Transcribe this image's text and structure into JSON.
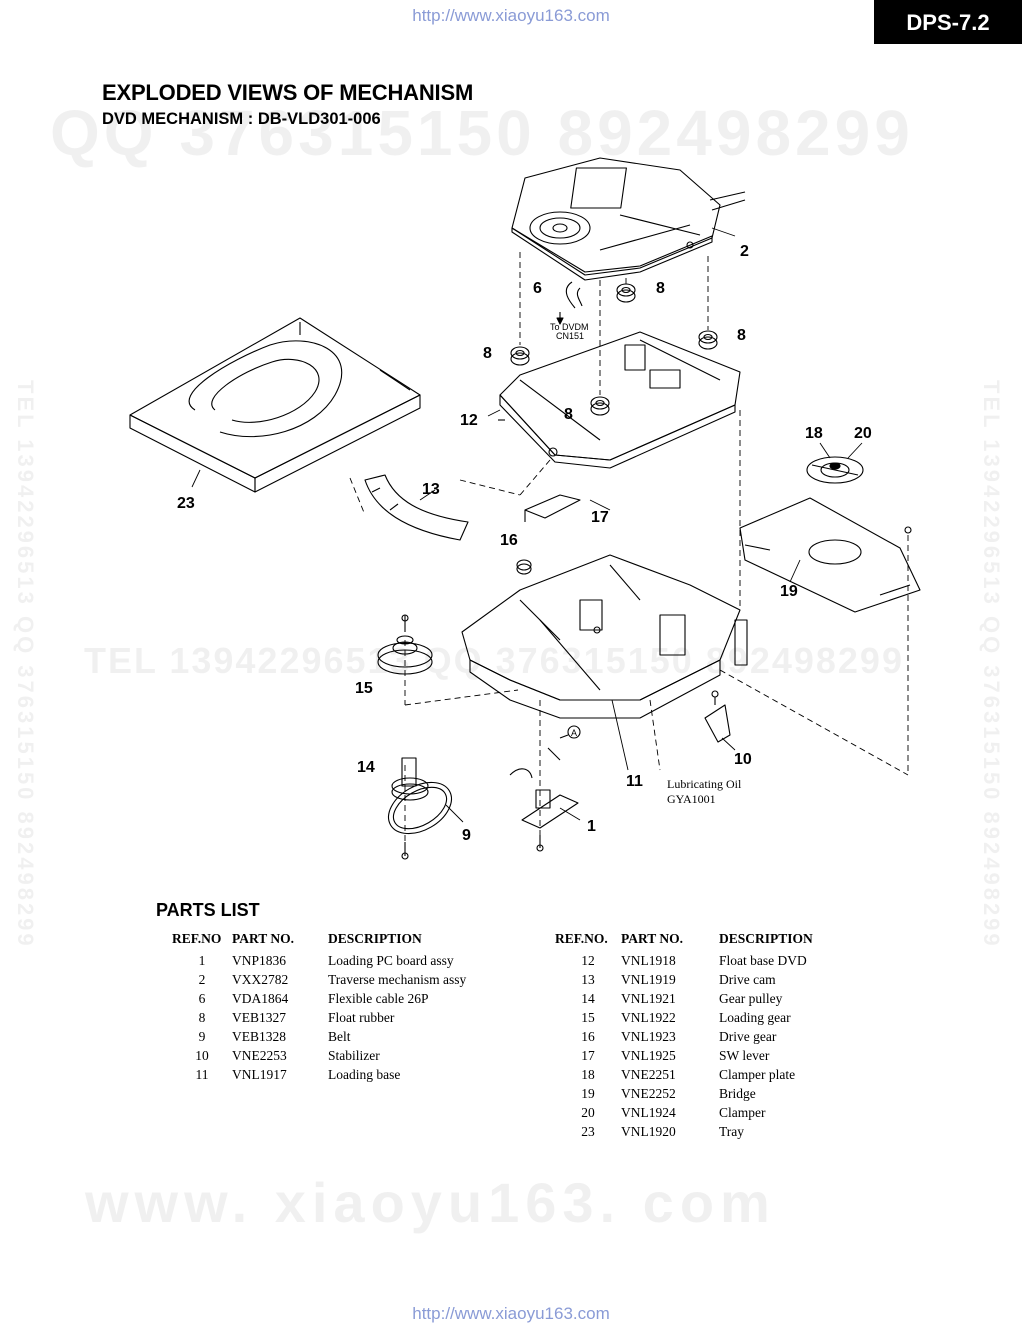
{
  "header": {
    "url_top": "http://www.xiaoyu163.com",
    "model": "DPS-7.2",
    "title": "EXPLODED VIEWS OF MECHANISM",
    "subtitle": "DVD MECHANISM : DB-VLD301-006"
  },
  "watermarks": {
    "qq": "QQ 376315150    892498299",
    "tel": "TEL 13942296513  QQ 376315150  892498299",
    "www": "www. xiaoyu163. com",
    "side": "TEL 13942296513  QQ 376315150  892498299"
  },
  "diagram": {
    "callouts": [
      "1",
      "2",
      "6",
      "8",
      "8",
      "8",
      "8",
      "9",
      "10",
      "11",
      "12",
      "13",
      "14",
      "15",
      "16",
      "17",
      "18",
      "19",
      "20",
      "23"
    ],
    "cable_note_line1": "To DVDM",
    "cable_note_line2": "CN151",
    "connector_mark": "A",
    "oil_note_line1": "Lubricating Oil",
    "oil_note_line2": "GYA1001"
  },
  "parts_list": {
    "title": "PARTS LIST",
    "headers_left": [
      "REF.NO",
      "PART NO.",
      "DESCRIPTION"
    ],
    "headers_right": [
      "REF.NO.",
      "PART NO.",
      "DESCRIPTION"
    ],
    "left": [
      [
        "1",
        "VNP1836",
        "Loading PC board  assy"
      ],
      [
        "2",
        "VXX2782",
        "Traverse mechanism assy"
      ],
      [
        "6",
        "VDA1864",
        "Flexible cable  26P"
      ],
      [
        "8",
        "VEB1327",
        "Float rubber"
      ],
      [
        "9",
        "VEB1328",
        "Belt"
      ],
      [
        "10",
        "VNE2253",
        "Stabilizer"
      ],
      [
        "11",
        "VNL1917",
        "Loading base"
      ]
    ],
    "right": [
      [
        "12",
        "VNL1918",
        "Float base DVD"
      ],
      [
        "13",
        "VNL1919",
        "Drive cam"
      ],
      [
        "14",
        "VNL1921",
        "Gear pulley"
      ],
      [
        "15",
        "VNL1922",
        "Loading gear"
      ],
      [
        "16",
        "VNL1923",
        "Drive gear"
      ],
      [
        "17",
        "VNL1925",
        "SW lever"
      ],
      [
        "18",
        "VNE2251",
        "Clamper plate"
      ],
      [
        "19",
        "VNE2252",
        "Bridge"
      ],
      [
        "20",
        "VNL1924",
        "Clamper"
      ],
      [
        "23",
        "VNL1920",
        "Tray"
      ]
    ]
  },
  "footer": {
    "url_bottom": "http://www.xiaoyu163.com"
  }
}
